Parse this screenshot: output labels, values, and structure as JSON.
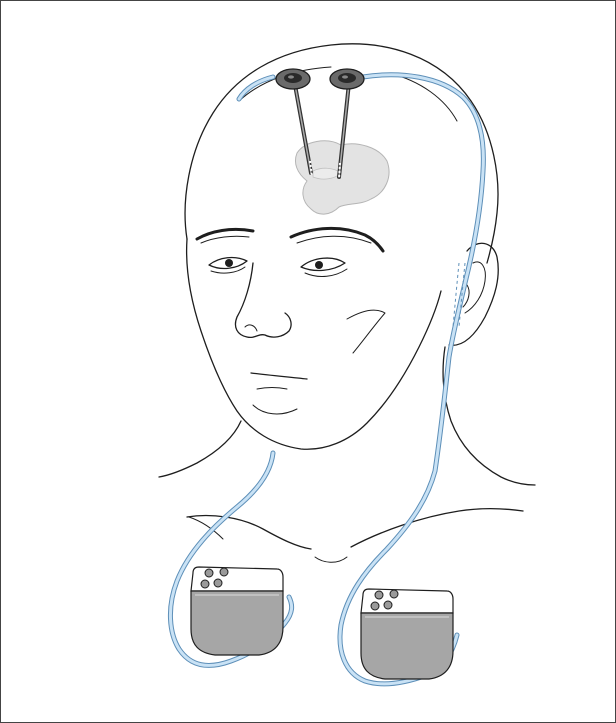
{
  "figure": {
    "subject": "",
    "components": [
      "burr-hole-cap-left",
      "burr-hole-cap-right",
      "electrode-left",
      "electrode-right",
      "brain-target-region",
      "extension-lead-left",
      "extension-lead-right",
      "pulse-generator-left",
      "pulse-generator-right"
    ]
  },
  "colors": {
    "lead_outline": "#5d8fb8",
    "lead_fill": "#c9e2f5",
    "generator_body": "#a6a6a6",
    "generator_header": "#ffffff",
    "brain_region": "#d9d9d9",
    "line_art": "#1e1e1e",
    "frame_border": "#444444"
  }
}
